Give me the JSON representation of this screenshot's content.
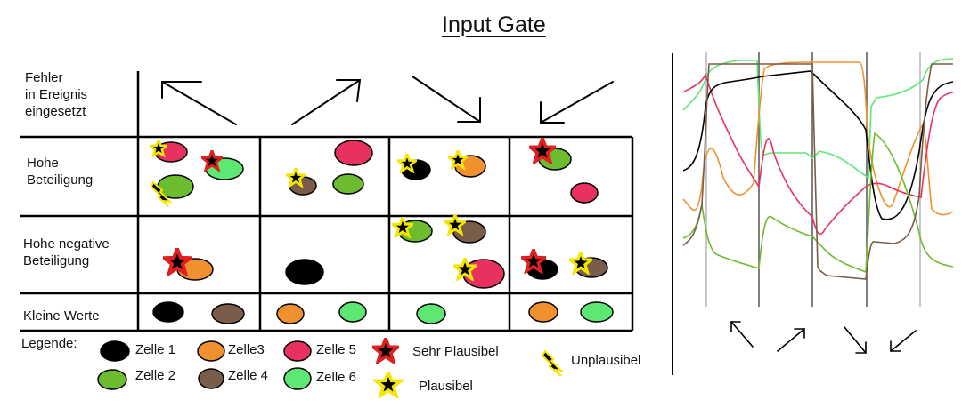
{
  "title": "Input Gate",
  "row_header": "Fehler\nin Ereignis\neingesetzt",
  "rows": [
    {
      "label": "Hohe\nBeteiligung"
    },
    {
      "label": "Hohe negative\nBeteiligung"
    },
    {
      "label": "Kleine Werte"
    }
  ],
  "legend": {
    "heading": "Legende:",
    "cells": [
      {
        "label": "Zelle 1",
        "color": "#000000"
      },
      {
        "label": "Zelle 2",
        "color": "#6dbb2f"
      },
      {
        "label": "Zelle3",
        "color": "#f0902f"
      },
      {
        "label": "Zelle 4",
        "color": "#7a5c4a"
      },
      {
        "label": "Zelle 5",
        "color": "#e8315f"
      },
      {
        "label": "Zelle 6",
        "color": "#5de874"
      }
    ],
    "markers": [
      {
        "label": "Sehr Plausibel",
        "icon": "red-star-icon"
      },
      {
        "label": "Plausibel",
        "icon": "yellow-star-icon"
      },
      {
        "label": "Unplausibel",
        "icon": "lightning-icon"
      }
    ]
  },
  "colors": {
    "black": "#000000",
    "green": "#6dbb2f",
    "orange": "#f0902f",
    "brown": "#7a5c4a",
    "pink": "#e8315f",
    "lightgreen": "#5de874",
    "star_red": "#e02020",
    "star_yellow": "#f5e600"
  }
}
